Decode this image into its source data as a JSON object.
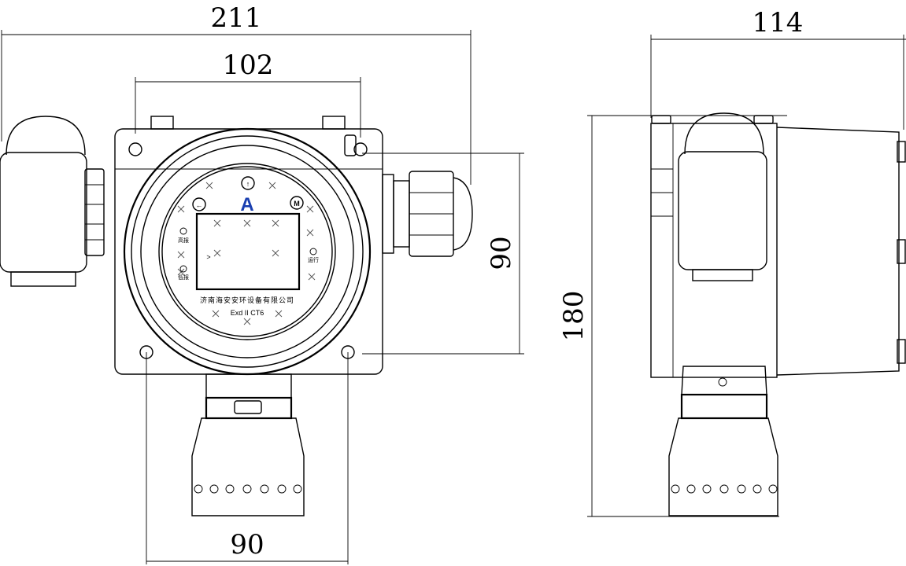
{
  "dimensions": {
    "overall_width": "211",
    "housing_width": "102",
    "mount_height": "90",
    "mount_spacing": "90",
    "side_depth": "114",
    "overall_height": "180"
  },
  "panel": {
    "up_key": "↑",
    "menu_key": "M",
    "left_key": "←",
    "right_key": ">",
    "logo_letter": "A",
    "indicator_left_top": "高报",
    "indicator_left_bottom": "低报",
    "indicator_right": "运行",
    "company": "济南海安安环设备有限公司",
    "explosion_mark": "Exd II CT6"
  },
  "colors": {
    "logo": "#1a3fb0",
    "line": "#000000"
  }
}
